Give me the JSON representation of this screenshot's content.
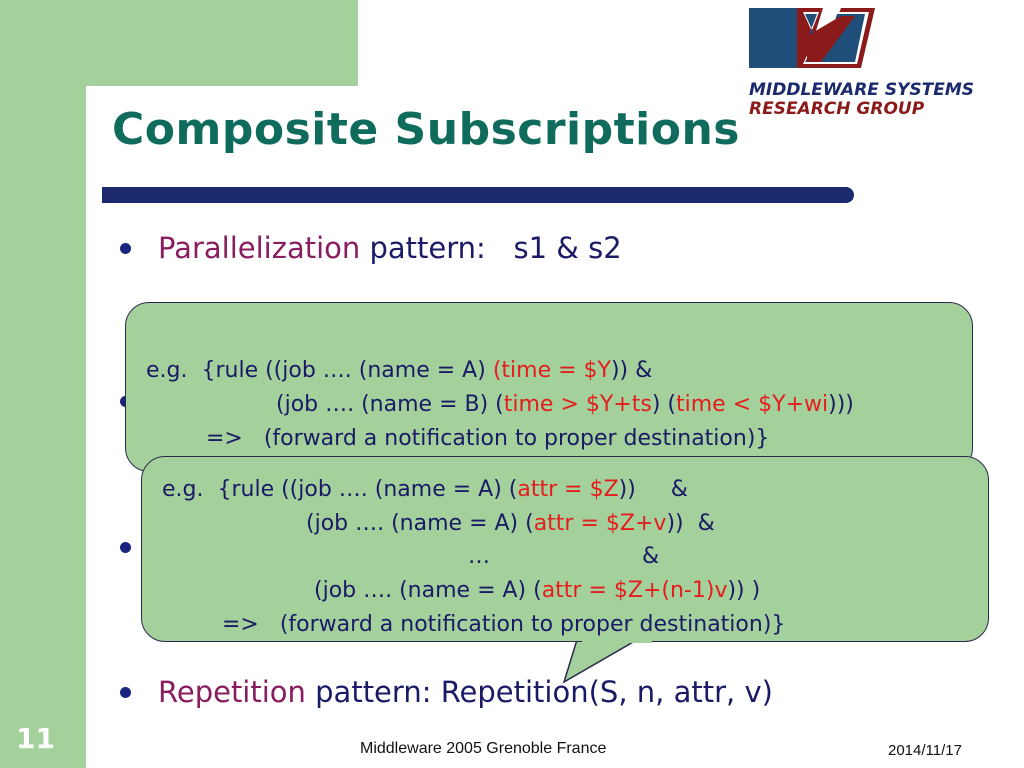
{
  "slide": {
    "title": "Composite Subscriptions",
    "logo": {
      "line1": "MIDDLEWARE SYSTEMS",
      "line2": "RESEARCH GROUP",
      "colors": {
        "navy": "#1e4e79",
        "maroon": "#8b1a1a",
        "text_navy": "#1a2a6c"
      }
    },
    "bullets": [
      {
        "keyword": "Parallelization",
        "pattern_label": "pattern:",
        "formula": "s1 & s2"
      },
      {
        "keyword": "Repetition",
        "pattern_label": "pattern:",
        "formula": "Repetition(S, n, attr, v)"
      }
    ],
    "callout1": {
      "l1_pre": "e.g.  {rule ((job …. (name = A) ",
      "l1_red": "(time = $Y",
      "l1_post": ")) &",
      "l2_pre": "(job …. (name = B) (",
      "l2_red1": "time > $Y+ts",
      "l2_mid": ") (",
      "l2_red2": "time < $Y+wi",
      "l2_post": ")))",
      "l3": "=>   (forward a notification to proper destination)}"
    },
    "callout2": {
      "l1_pre": "e.g.  {rule ((job …. (name = A) (",
      "l1_red": "attr = $Z",
      "l1_post": "))     &",
      "l2_pre": "(job …. (name = A) (",
      "l2_red": "attr = $Z+v",
      "l2_post": "))  &",
      "l3_ellipsis": "…",
      "l3_amp": "&",
      "l4_pre": "(job …. (name = A) (",
      "l4_red": "attr = $Z+(n-1)v",
      "l4_post": ")) )",
      "l5": "=>   (forward a notification to proper destination)}"
    },
    "footer": {
      "page_number": "11",
      "center": "Middleware 2005 Grenoble  France",
      "date": "2014/11/17"
    },
    "colors": {
      "green_band": "#a3d09b",
      "title_teal": "#0f6b5c",
      "rule_navy": "#1a2a6c",
      "keyword_purple": "#8a1d5f",
      "highlight_red": "#e51d1d"
    }
  }
}
